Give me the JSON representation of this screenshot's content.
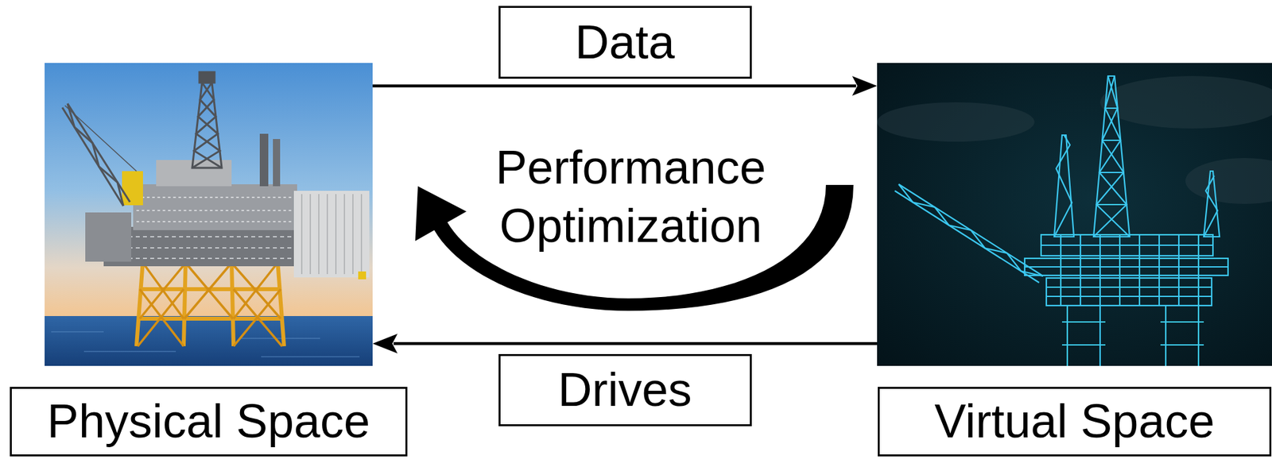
{
  "diagram": {
    "nodes": [
      {
        "text": [
          "Physical Space"
        ]
      },
      {
        "text": [
          "Virtual Space"
        ]
      }
    ],
    "edges": [
      {
        "from": 0,
        "to": 1,
        "arrow": "to",
        "label": "Data"
      },
      {
        "from": 1,
        "to": 0,
        "arrow": "to",
        "label": "Performance Optimization"
      },
      {
        "from": 1,
        "to": 0,
        "arrow": "to",
        "label": "Drives"
      }
    ]
  }
}
